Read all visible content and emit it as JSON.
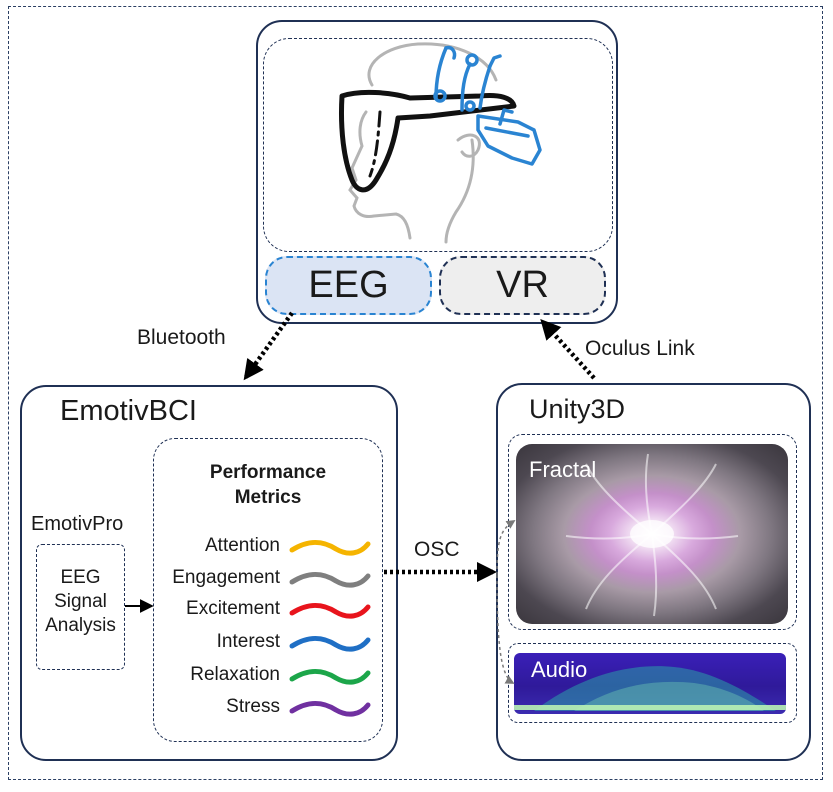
{
  "headset": {
    "eeg_label": "EEG",
    "vr_label": "VR",
    "eeg_color": "#dbe4f4",
    "vr_color": "#eeeeee"
  },
  "links": {
    "bluetooth": "Bluetooth",
    "oculus_link": "Oculus Link",
    "osc": "OSC"
  },
  "emotiv": {
    "title": "EmotivBCI",
    "emotivpro_label": "EmotivPro",
    "analysis_lines": [
      "EEG",
      "Signal",
      "Analysis"
    ],
    "metrics_title_lines": [
      "Performance",
      "Metrics"
    ],
    "metrics": [
      {
        "name": "Attention",
        "color": "#f5b400"
      },
      {
        "name": "Engagement",
        "color": "#7f7f7f"
      },
      {
        "name": "Excitement",
        "color": "#e8141c"
      },
      {
        "name": "Interest",
        "color": "#1f6fc5"
      },
      {
        "name": "Relaxation",
        "color": "#1ca64a"
      },
      {
        "name": "Stress",
        "color": "#7030a0"
      }
    ]
  },
  "unity": {
    "title": "Unity3D",
    "fractal_label": "Fractal",
    "audio_label": "Audio"
  },
  "colors": {
    "border": "#1f3054",
    "headset_blue": "#2a84d2",
    "headset_gray": "#b4b4b4"
  }
}
